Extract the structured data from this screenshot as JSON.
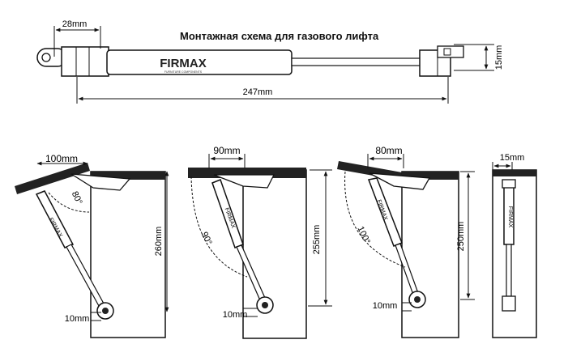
{
  "title": "Монтажная схема для газового лифта",
  "brand": {
    "name": "FIRMAX",
    "tagline": "FURNITURE COMPONENTS"
  },
  "top_view": {
    "mount_width": "28mm",
    "length": "247mm",
    "height": "15mm"
  },
  "strut_label": "FIRMAX",
  "diagrams": [
    {
      "offset": "100mm",
      "angle": "80°",
      "height": "260mm",
      "bottom": "10mm"
    },
    {
      "offset": "90mm",
      "angle": "90°",
      "height": "255mm",
      "bottom": "10mm"
    },
    {
      "offset": "80mm",
      "angle": "100°",
      "height": "250mm",
      "bottom": "10mm"
    },
    {
      "offset": "15mm"
    }
  ]
}
